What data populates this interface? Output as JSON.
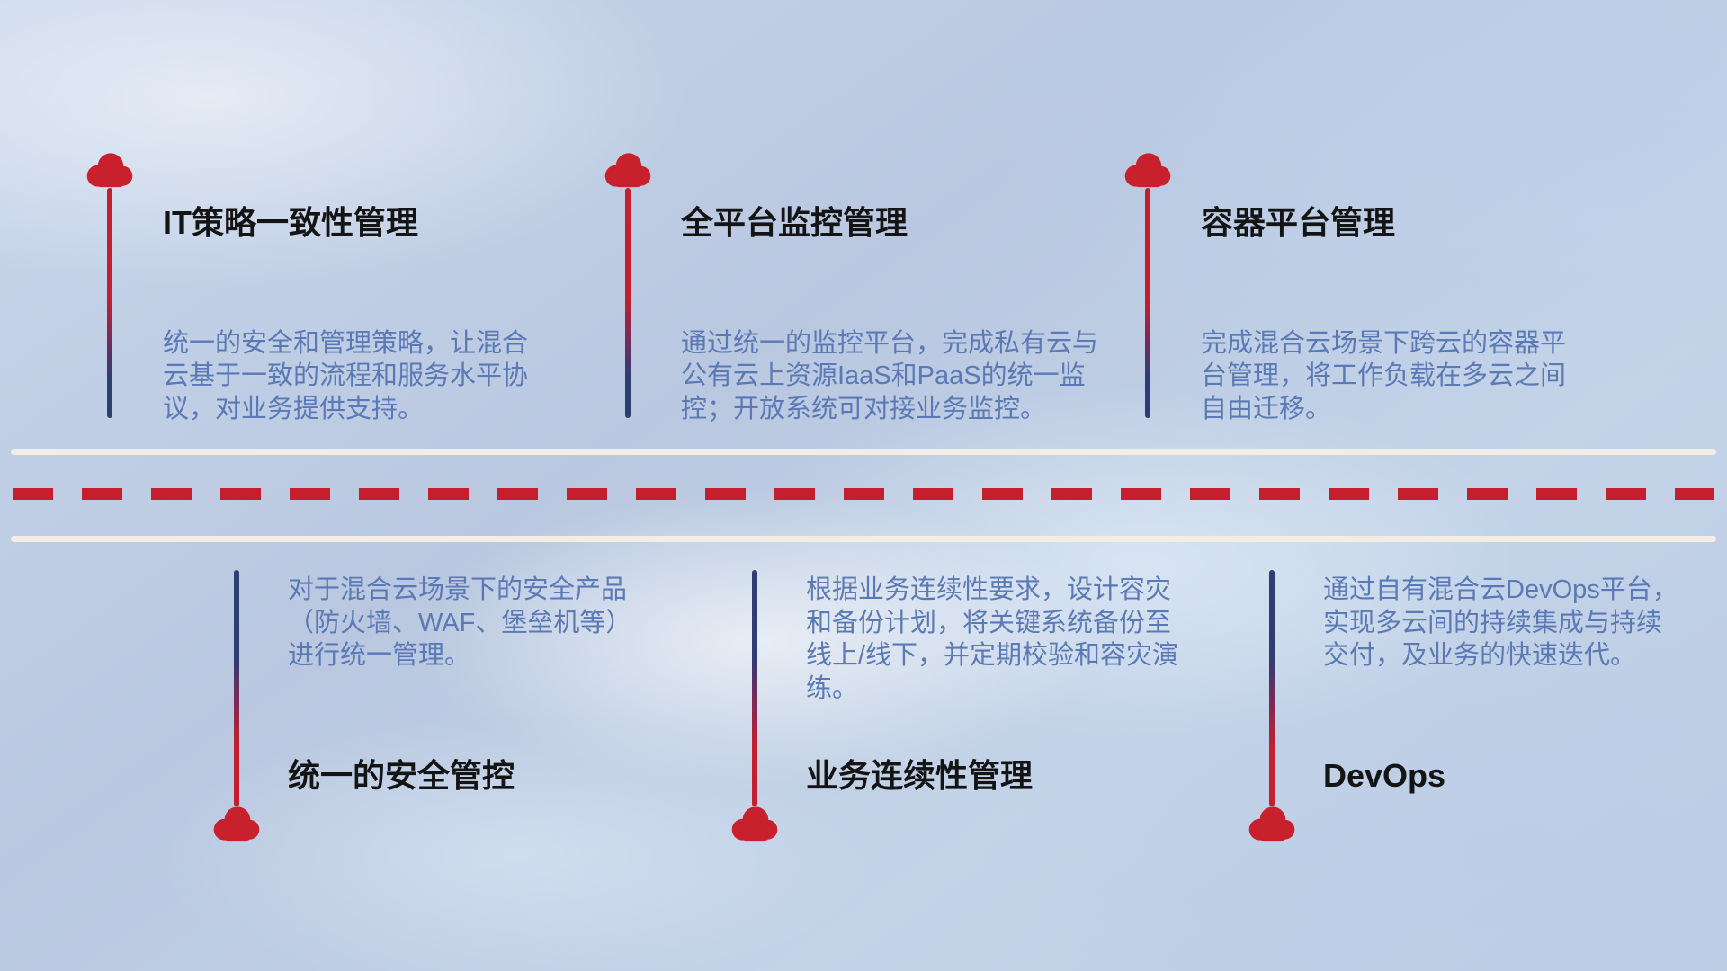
{
  "diagram": {
    "theme": "hybrid-cloud capability roadmap",
    "colors": {
      "accent_red": "#c41f2e",
      "line_navy": "#303c74",
      "description_blue": "#5b79b4",
      "title_black": "#141414",
      "road_line_white": "#f3eee5",
      "road_dash_red": "#c51f2e",
      "background_blue": "#bfcde4"
    },
    "items": [
      {
        "position": "top",
        "title": "IT策略一致性管理",
        "description": "统一的安全和管理策略，让混合云基于一致的流程和服务水平协议，对业务提供支持。"
      },
      {
        "position": "top",
        "title": "全平台监控管理",
        "description": "通过统一的监控平台，完成私有云与公有云上资源IaaS和PaaS的统一监控；开放系统可对接业务监控。"
      },
      {
        "position": "top",
        "title": "容器平台管理",
        "description": "完成混合云场景下跨云的容器平台管理，将工作负载在多云之间自由迁移。"
      },
      {
        "position": "bottom",
        "title": "统一的安全管控",
        "description": "对于混合云场景下的安全产品（防火墙、WAF、堡垒机等）进行统一管理。"
      },
      {
        "position": "bottom",
        "title": "业务连续性管理",
        "description": "根据业务连续性要求，设计容灾和备份计划，将关键系统备份至线上/线下，并定期校验和容灾演练。"
      },
      {
        "position": "bottom",
        "title": "DevOps",
        "description": "通过自有混合云DevOps平台，实现多云间的持续集成与持续交付，及业务的快速迭代。"
      }
    ]
  }
}
